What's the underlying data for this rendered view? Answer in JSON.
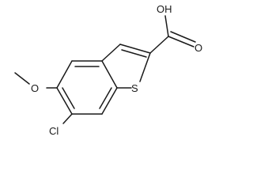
{
  "molecule": {
    "atoms": {
      "oh": "OH",
      "o_carbonyl": "O",
      "s": "S",
      "o_methoxy": "O",
      "cl": "Cl"
    },
    "colors": {
      "bond": "#1a1a1a",
      "text": "#1a1a1a",
      "background": "#ffffff"
    }
  }
}
